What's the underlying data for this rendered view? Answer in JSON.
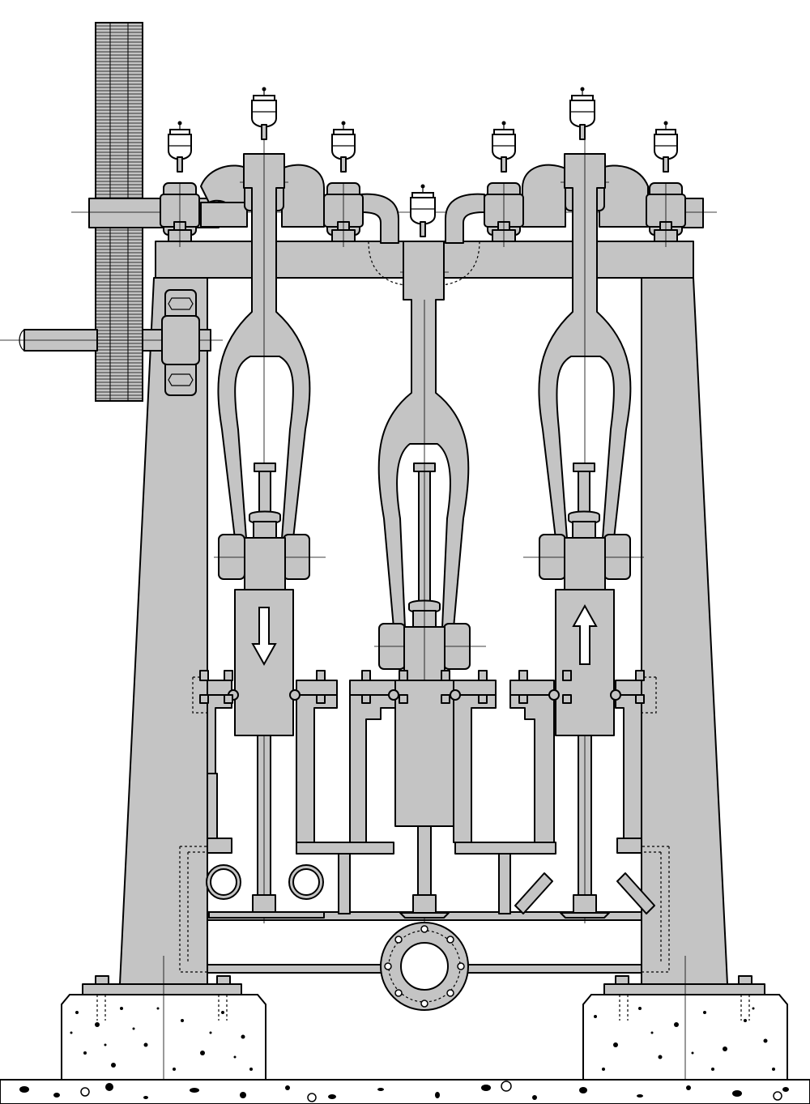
{
  "drawing": {
    "pumps": [
      {
        "id": "left",
        "stroke": "down"
      },
      {
        "id": "centre",
        "stroke": "none"
      },
      {
        "id": "right",
        "stroke": "up"
      }
    ],
    "lubricators": 7,
    "colors": {
      "metal": "#c4c4c4",
      "line": "#000000",
      "background": "#ffffff"
    }
  }
}
